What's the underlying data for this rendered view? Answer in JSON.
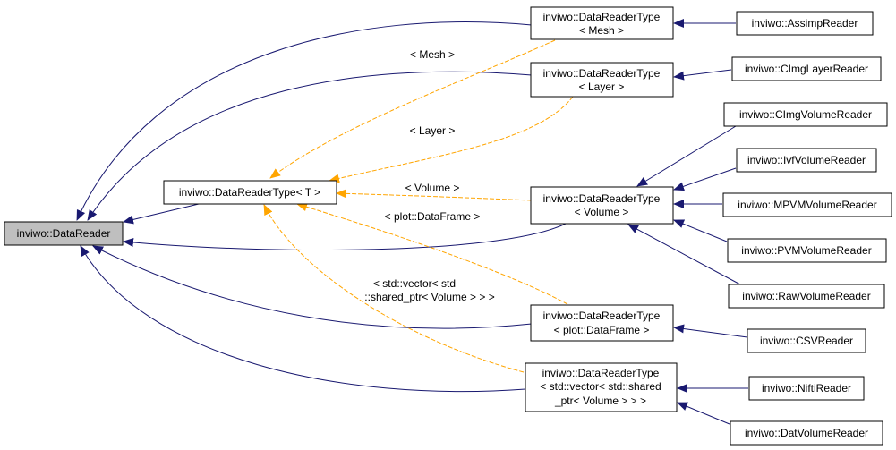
{
  "colors": {
    "inherit_edge": "#191970",
    "template_edge": "#ffa500",
    "root_fill": "#bfbfbf",
    "node_fill": "#ffffff"
  },
  "nodes": {
    "datareader": {
      "lines": [
        "inviwo::DataReader"
      ]
    },
    "datareadertype_t": {
      "lines": [
        "inviwo::DataReaderType< T >"
      ]
    },
    "drt_mesh": {
      "lines": [
        "inviwo::DataReaderType",
        "< Mesh >"
      ]
    },
    "drt_layer": {
      "lines": [
        "inviwo::DataReaderType",
        "< Layer >"
      ]
    },
    "drt_volume": {
      "lines": [
        "inviwo::DataReaderType",
        "< Volume >"
      ]
    },
    "drt_dataframe": {
      "lines": [
        "inviwo::DataReaderType",
        "< plot::DataFrame >"
      ]
    },
    "drt_vector": {
      "lines": [
        "inviwo::DataReaderType",
        "< std::vector< std::shared",
        "_ptr< Volume > > >"
      ]
    },
    "assimp": {
      "lines": [
        "inviwo::AssimpReader"
      ]
    },
    "cimglayer": {
      "lines": [
        "inviwo::CImgLayerReader"
      ]
    },
    "cimgvolume": {
      "lines": [
        "inviwo::CImgVolumeReader"
      ]
    },
    "ivf": {
      "lines": [
        "inviwo::IvfVolumeReader"
      ]
    },
    "mpvm": {
      "lines": [
        "inviwo::MPVMVolumeReader"
      ]
    },
    "pvm": {
      "lines": [
        "inviwo::PVMVolumeReader"
      ]
    },
    "raw": {
      "lines": [
        "inviwo::RawVolumeReader"
      ]
    },
    "csv": {
      "lines": [
        "inviwo::CSVReader"
      ]
    },
    "nifti": {
      "lines": [
        "inviwo::NiftiReader"
      ]
    },
    "dat": {
      "lines": [
        "inviwo::DatVolumeReader"
      ]
    }
  },
  "edge_labels": {
    "mesh": [
      "< Mesh >"
    ],
    "layer": [
      "< Layer >"
    ],
    "volume": [
      "< Volume >"
    ],
    "dataframe": [
      "< plot::DataFrame >"
    ],
    "vector": [
      "< std::vector< std",
      "::shared_ptr< Volume > > >"
    ]
  }
}
